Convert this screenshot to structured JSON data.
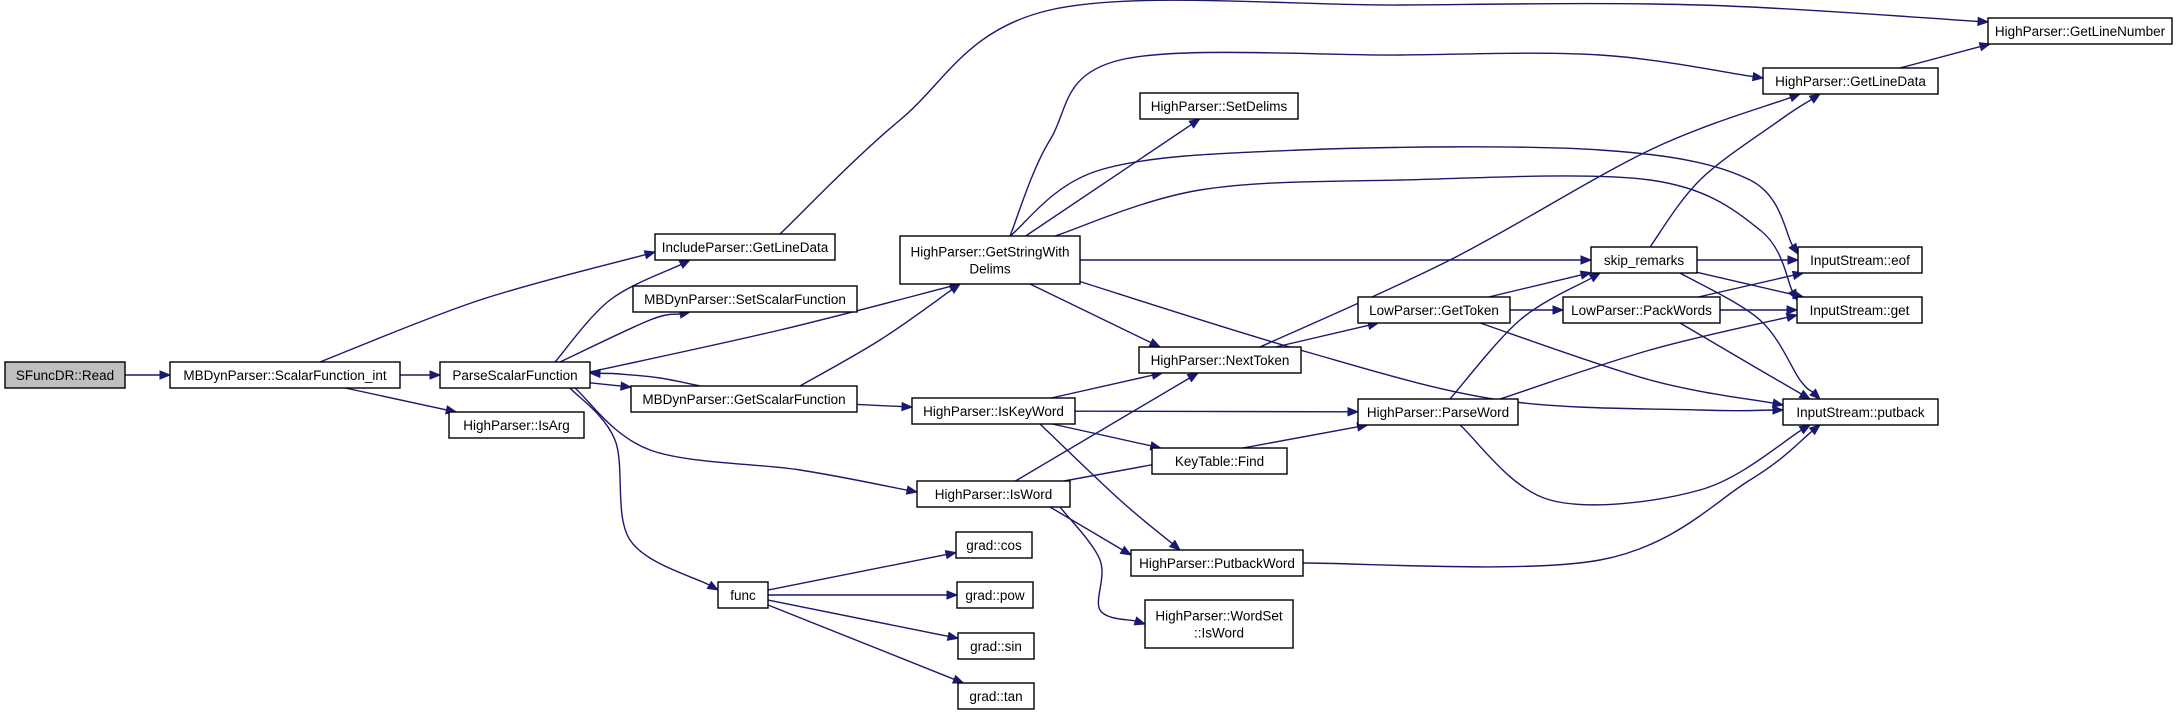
{
  "diagram": {
    "nodes": [
      {
        "id": "sfuncdr_read",
        "lines": [
          "SFuncDR::Read"
        ],
        "root": true
      },
      {
        "id": "scalarfunction_int",
        "lines": [
          "MBDynParser::ScalarFunction_int"
        ]
      },
      {
        "id": "parsescalarfunction",
        "lines": [
          "ParseScalarFunction"
        ]
      },
      {
        "id": "highparser_isarg",
        "lines": [
          "HighParser::IsArg"
        ]
      },
      {
        "id": "includeparser_getlinedata",
        "lines": [
          "IncludeParser::GetLineData"
        ]
      },
      {
        "id": "setscalarfunction",
        "lines": [
          "MBDynParser::SetScalarFunction"
        ]
      },
      {
        "id": "getscalarfunction",
        "lines": [
          "MBDynParser::GetScalarFunction"
        ]
      },
      {
        "id": "func",
        "lines": [
          "func"
        ]
      },
      {
        "id": "getstringwithdelims",
        "lines": [
          "HighParser::GetStringWith",
          "Delims"
        ]
      },
      {
        "id": "iskeyword",
        "lines": [
          "HighParser::IsKeyWord"
        ]
      },
      {
        "id": "isword",
        "lines": [
          "HighParser::IsWord"
        ]
      },
      {
        "id": "grad_cos",
        "lines": [
          "grad::cos"
        ]
      },
      {
        "id": "grad_pow",
        "lines": [
          "grad::pow"
        ]
      },
      {
        "id": "grad_sin",
        "lines": [
          "grad::sin"
        ]
      },
      {
        "id": "grad_tan",
        "lines": [
          "grad::tan"
        ]
      },
      {
        "id": "setdelims",
        "lines": [
          "HighParser::SetDelims"
        ]
      },
      {
        "id": "nexttoken",
        "lines": [
          "HighParser::NextToken"
        ]
      },
      {
        "id": "keytable_find",
        "lines": [
          "KeyTable::Find"
        ]
      },
      {
        "id": "putbackword",
        "lines": [
          "HighParser::PutbackWord"
        ]
      },
      {
        "id": "wordset_isword",
        "lines": [
          "HighParser::WordSet",
          "::IsWord"
        ]
      },
      {
        "id": "lowparser_gettoken",
        "lines": [
          "LowParser::GetToken"
        ]
      },
      {
        "id": "parseword",
        "lines": [
          "HighParser::ParseWord"
        ]
      },
      {
        "id": "skip_remarks",
        "lines": [
          "skip_remarks"
        ]
      },
      {
        "id": "packwords",
        "lines": [
          "LowParser::PackWords"
        ]
      },
      {
        "id": "highparser_getlinedata",
        "lines": [
          "HighParser::GetLineData"
        ]
      },
      {
        "id": "inputstream_eof",
        "lines": [
          "InputStream::eof"
        ]
      },
      {
        "id": "inputstream_get",
        "lines": [
          "InputStream::get"
        ]
      },
      {
        "id": "inputstream_putback",
        "lines": [
          "InputStream::putback"
        ]
      },
      {
        "id": "getlinenumber",
        "lines": [
          "HighParser::GetLineNumber"
        ]
      }
    ],
    "edges": [
      {
        "from": "sfuncdr_read",
        "to": "scalarfunction_int"
      },
      {
        "from": "scalarfunction_int",
        "to": "includeparser_getlinedata"
      },
      {
        "from": "scalarfunction_int",
        "to": "parsescalarfunction"
      },
      {
        "from": "scalarfunction_int",
        "to": "highparser_isarg"
      },
      {
        "from": "parsescalarfunction",
        "to": "includeparser_getlinedata"
      },
      {
        "from": "parsescalarfunction",
        "to": "setscalarfunction"
      },
      {
        "from": "parsescalarfunction",
        "to": "getstringwithdelims"
      },
      {
        "from": "parsescalarfunction",
        "to": "getscalarfunction"
      },
      {
        "from": "parsescalarfunction",
        "to": "isword"
      },
      {
        "from": "parsescalarfunction",
        "to": "func"
      },
      {
        "from": "getscalarfunction",
        "to": "parsescalarfunction"
      },
      {
        "from": "getscalarfunction",
        "to": "getstringwithdelims"
      },
      {
        "from": "getscalarfunction",
        "to": "iskeyword"
      },
      {
        "from": "includeparser_getlinedata",
        "to": "getlinenumber"
      },
      {
        "from": "func",
        "to": "grad_cos"
      },
      {
        "from": "func",
        "to": "grad_pow"
      },
      {
        "from": "func",
        "to": "grad_sin"
      },
      {
        "from": "func",
        "to": "grad_tan"
      },
      {
        "from": "getstringwithdelims",
        "to": "highparser_getlinedata"
      },
      {
        "from": "getstringwithdelims",
        "to": "setdelims"
      },
      {
        "from": "getstringwithdelims",
        "to": "inputstream_eof"
      },
      {
        "from": "getstringwithdelims",
        "to": "inputstream_get"
      },
      {
        "from": "getstringwithdelims",
        "to": "skip_remarks"
      },
      {
        "from": "getstringwithdelims",
        "to": "nexttoken"
      },
      {
        "from": "getstringwithdelims",
        "to": "inputstream_putback"
      },
      {
        "from": "iskeyword",
        "to": "nexttoken"
      },
      {
        "from": "iskeyword",
        "to": "parseword"
      },
      {
        "from": "iskeyword",
        "to": "keytable_find"
      },
      {
        "from": "iskeyword",
        "to": "putbackword"
      },
      {
        "from": "isword",
        "to": "nexttoken"
      },
      {
        "from": "isword",
        "to": "parseword"
      },
      {
        "from": "isword",
        "to": "putbackword"
      },
      {
        "from": "isword",
        "to": "wordset_isword"
      },
      {
        "from": "nexttoken",
        "to": "highparser_getlinedata"
      },
      {
        "from": "nexttoken",
        "to": "lowparser_gettoken"
      },
      {
        "from": "lowparser_gettoken",
        "to": "skip_remarks"
      },
      {
        "from": "lowparser_gettoken",
        "to": "packwords"
      },
      {
        "from": "lowparser_gettoken",
        "to": "inputstream_putback"
      },
      {
        "from": "parseword",
        "to": "skip_remarks"
      },
      {
        "from": "parseword",
        "to": "inputstream_get"
      },
      {
        "from": "parseword",
        "to": "inputstream_putback"
      },
      {
        "from": "putbackword",
        "to": "inputstream_putback"
      },
      {
        "from": "skip_remarks",
        "to": "highparser_getlinedata"
      },
      {
        "from": "skip_remarks",
        "to": "inputstream_eof"
      },
      {
        "from": "skip_remarks",
        "to": "inputstream_get"
      },
      {
        "from": "skip_remarks",
        "to": "inputstream_putback"
      },
      {
        "from": "packwords",
        "to": "inputstream_eof"
      },
      {
        "from": "packwords",
        "to": "inputstream_get"
      },
      {
        "from": "packwords",
        "to": "inputstream_putback"
      },
      {
        "from": "highparser_getlinedata",
        "to": "getlinenumber"
      }
    ]
  }
}
